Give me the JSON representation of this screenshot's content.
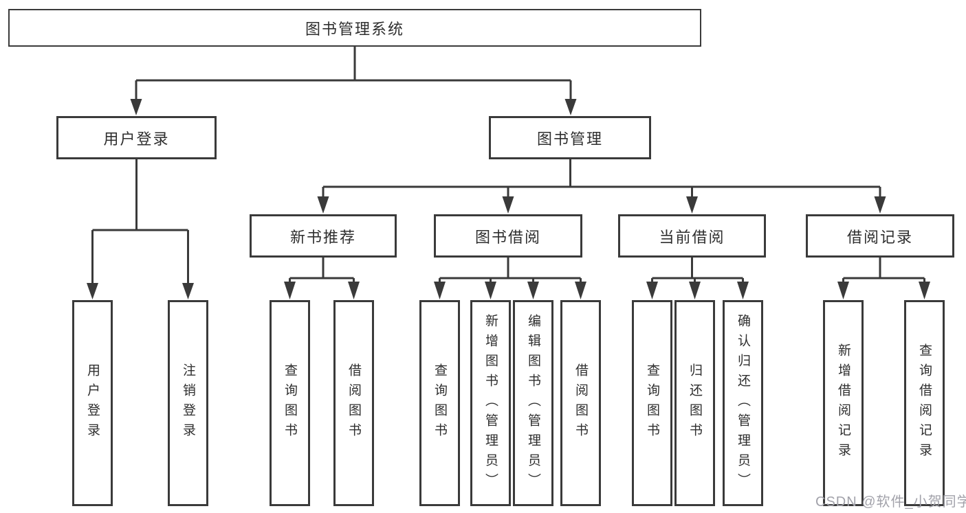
{
  "diagram": {
    "title": "图书管理系统",
    "nodes": {
      "root": {
        "label": "图书管理系统"
      },
      "level2": [
        {
          "label": "用户登录"
        },
        {
          "label": "图书管理"
        }
      ],
      "level3": [
        {
          "label": "新书推荐",
          "parent": "图书管理"
        },
        {
          "label": "图书借阅",
          "parent": "图书管理"
        },
        {
          "label": "当前借阅",
          "parent": "图书管理"
        },
        {
          "label": "借阅记录",
          "parent": "图书管理"
        }
      ],
      "leaves": [
        {
          "label": "用户登录",
          "parent": "用户登录"
        },
        {
          "label": "注销登录",
          "parent": "用户登录"
        },
        {
          "label": "查询图书",
          "parent": "新书推荐"
        },
        {
          "label": "借阅图书",
          "parent": "新书推荐"
        },
        {
          "label": "查询图书",
          "parent": "图书借阅"
        },
        {
          "label": "新增图书（管理员）",
          "parent": "图书借阅"
        },
        {
          "label": "编辑图书（管理员）",
          "parent": "图书借阅"
        },
        {
          "label": "借阅图书",
          "parent": "图书借阅"
        },
        {
          "label": "查询图书",
          "parent": "当前借阅"
        },
        {
          "label": "归还图书",
          "parent": "当前借阅"
        },
        {
          "label": "确认归还（管理员）",
          "parent": "当前借阅"
        },
        {
          "label": "新增借阅记录",
          "parent": "借阅记录"
        },
        {
          "label": "查询借阅记录",
          "parent": "借阅记录"
        }
      ]
    },
    "colors": {
      "line": "#3a3a3a",
      "text": "#2e2e2e",
      "watermark": "#a2a2aa"
    }
  },
  "watermark": "CSDN @软件_小贺同学"
}
